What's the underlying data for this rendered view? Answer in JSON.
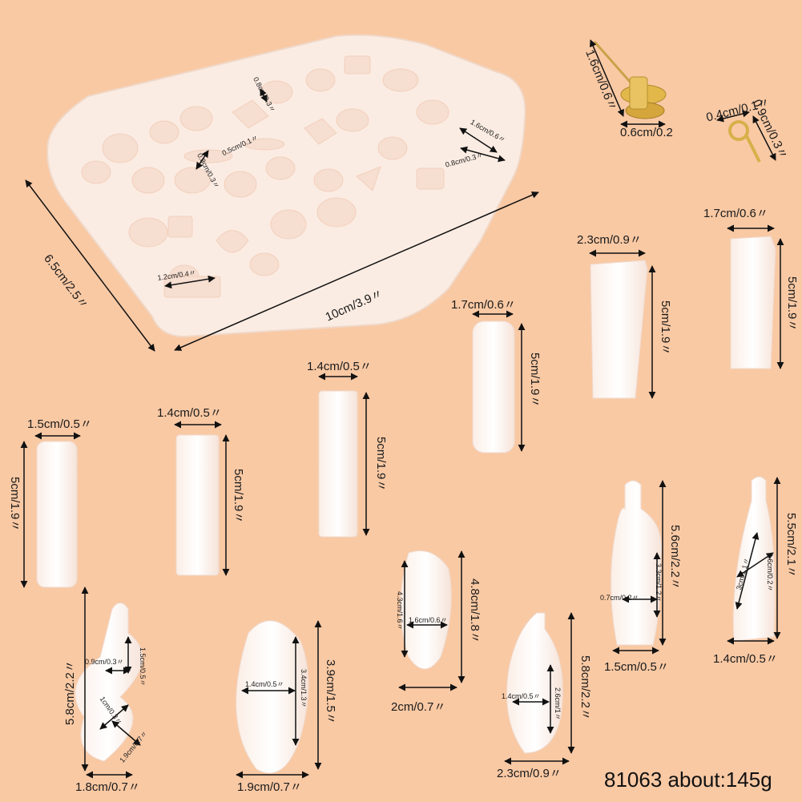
{
  "product": {
    "code_weight": "81063 about:145g"
  },
  "tray": {
    "width": "10cm/3.9〃",
    "height": "6.5cm/2.5〃",
    "cavity_a": "0.8cm/0.3〃",
    "cavity_b": "0.5cm/0.1〃",
    "cavity_c": "0.8cm/0.3〃",
    "cavity_d": "1.6cm/0.6〃",
    "cavity_e": "0.8cm/0.3〃",
    "cavity_f": "1.2cm/0.4〃"
  },
  "earring_stud": {
    "height": "1.6cm/0.6〃",
    "width": "0.6cm/0.2"
  },
  "eye_pin": {
    "ring": "0.4cm/0.1〃",
    "height": "0.9cm/0.3〃"
  },
  "prisms": [
    {
      "width": "1.5cm/0.5〃",
      "height": "5cm/1.9〃"
    },
    {
      "width": "1.4cm/0.5〃",
      "height": "5cm/1.9〃"
    },
    {
      "width": "1.4cm/0.5〃",
      "height": "5cm/1.9〃"
    },
    {
      "width": "1.7cm/0.6〃",
      "height": "5cm/1.9〃"
    },
    {
      "width": "2.3cm/0.9〃",
      "height": "5cm/1.9〃"
    },
    {
      "width": "1.7cm/0.6〃",
      "height": "5cm/1.9〃"
    }
  ],
  "pendants": [
    {
      "width": "1.8cm/0.7〃",
      "height": "5.8cm/2.2〃",
      "d1": "0.9cm/0.3〃",
      "d2": "1.5cm/0.5〃",
      "d3": "1cm/0.3〃",
      "d4": "1.9cm/0.7〃"
    },
    {
      "width": "1.9cm/0.7〃",
      "height": "3.9cm/1.5〃",
      "d1": "1.4cm/0.5〃",
      "d2": "3.4cm/1.3〃"
    },
    {
      "width": "2cm/0.7〃",
      "height": "4.8cm/1.8〃",
      "d1": "1.6cm/0.6〃",
      "d2": "4.3cm/1.6〃"
    },
    {
      "width": "2.3cm/0.9〃",
      "height": "5.8cm/2.2〃",
      "d1": "1.4cm/0.5〃",
      "d2": "2.6cm/1〃"
    },
    {
      "width": "1.5cm/0.5〃",
      "height": "5.6cm/2.2〃",
      "d1": "0.7cm/0.2〃",
      "d2": "3.3cm/1.2〃"
    },
    {
      "width": "1.4cm/0.5〃",
      "height": "5.5cm/2.1〃",
      "d1": "3cm/1.1〃",
      "d2": "0.6cm/0.2〃"
    }
  ]
}
